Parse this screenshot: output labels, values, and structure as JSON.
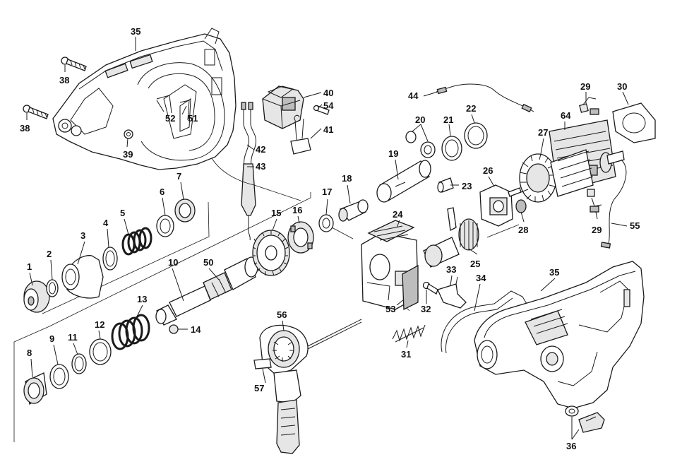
{
  "labels": {
    "l1": "1",
    "l2": "2",
    "l3": "3",
    "l4": "4",
    "l5": "5",
    "l6": "6",
    "l7": "7",
    "l8": "8",
    "l9": "9",
    "l10": "10",
    "l11": "11",
    "l12": "12",
    "l13": "13",
    "l14": "14",
    "l15": "15",
    "l16": "16",
    "l17": "17",
    "l18": "18",
    "l19": "19",
    "l20": "20",
    "l21": "21",
    "l22": "22",
    "l23": "23",
    "l24": "24",
    "l25": "25",
    "l26": "26",
    "l27": "27",
    "l28": "28",
    "l29a": "29",
    "l29b": "29",
    "l30": "30",
    "l31": "31",
    "l32": "32",
    "l33": "33",
    "l34": "34",
    "l35a": "35",
    "l35b": "35",
    "l36": "36",
    "l38a": "38",
    "l38b": "38",
    "l39": "39",
    "l40": "40",
    "l41": "41",
    "l42": "42",
    "l43": "43",
    "l44": "44",
    "l50": "50",
    "l51": "51",
    "l52": "52",
    "l53": "53",
    "l54": "54",
    "l55": "55",
    "l56": "56",
    "l57": "57",
    "l64": "64"
  }
}
